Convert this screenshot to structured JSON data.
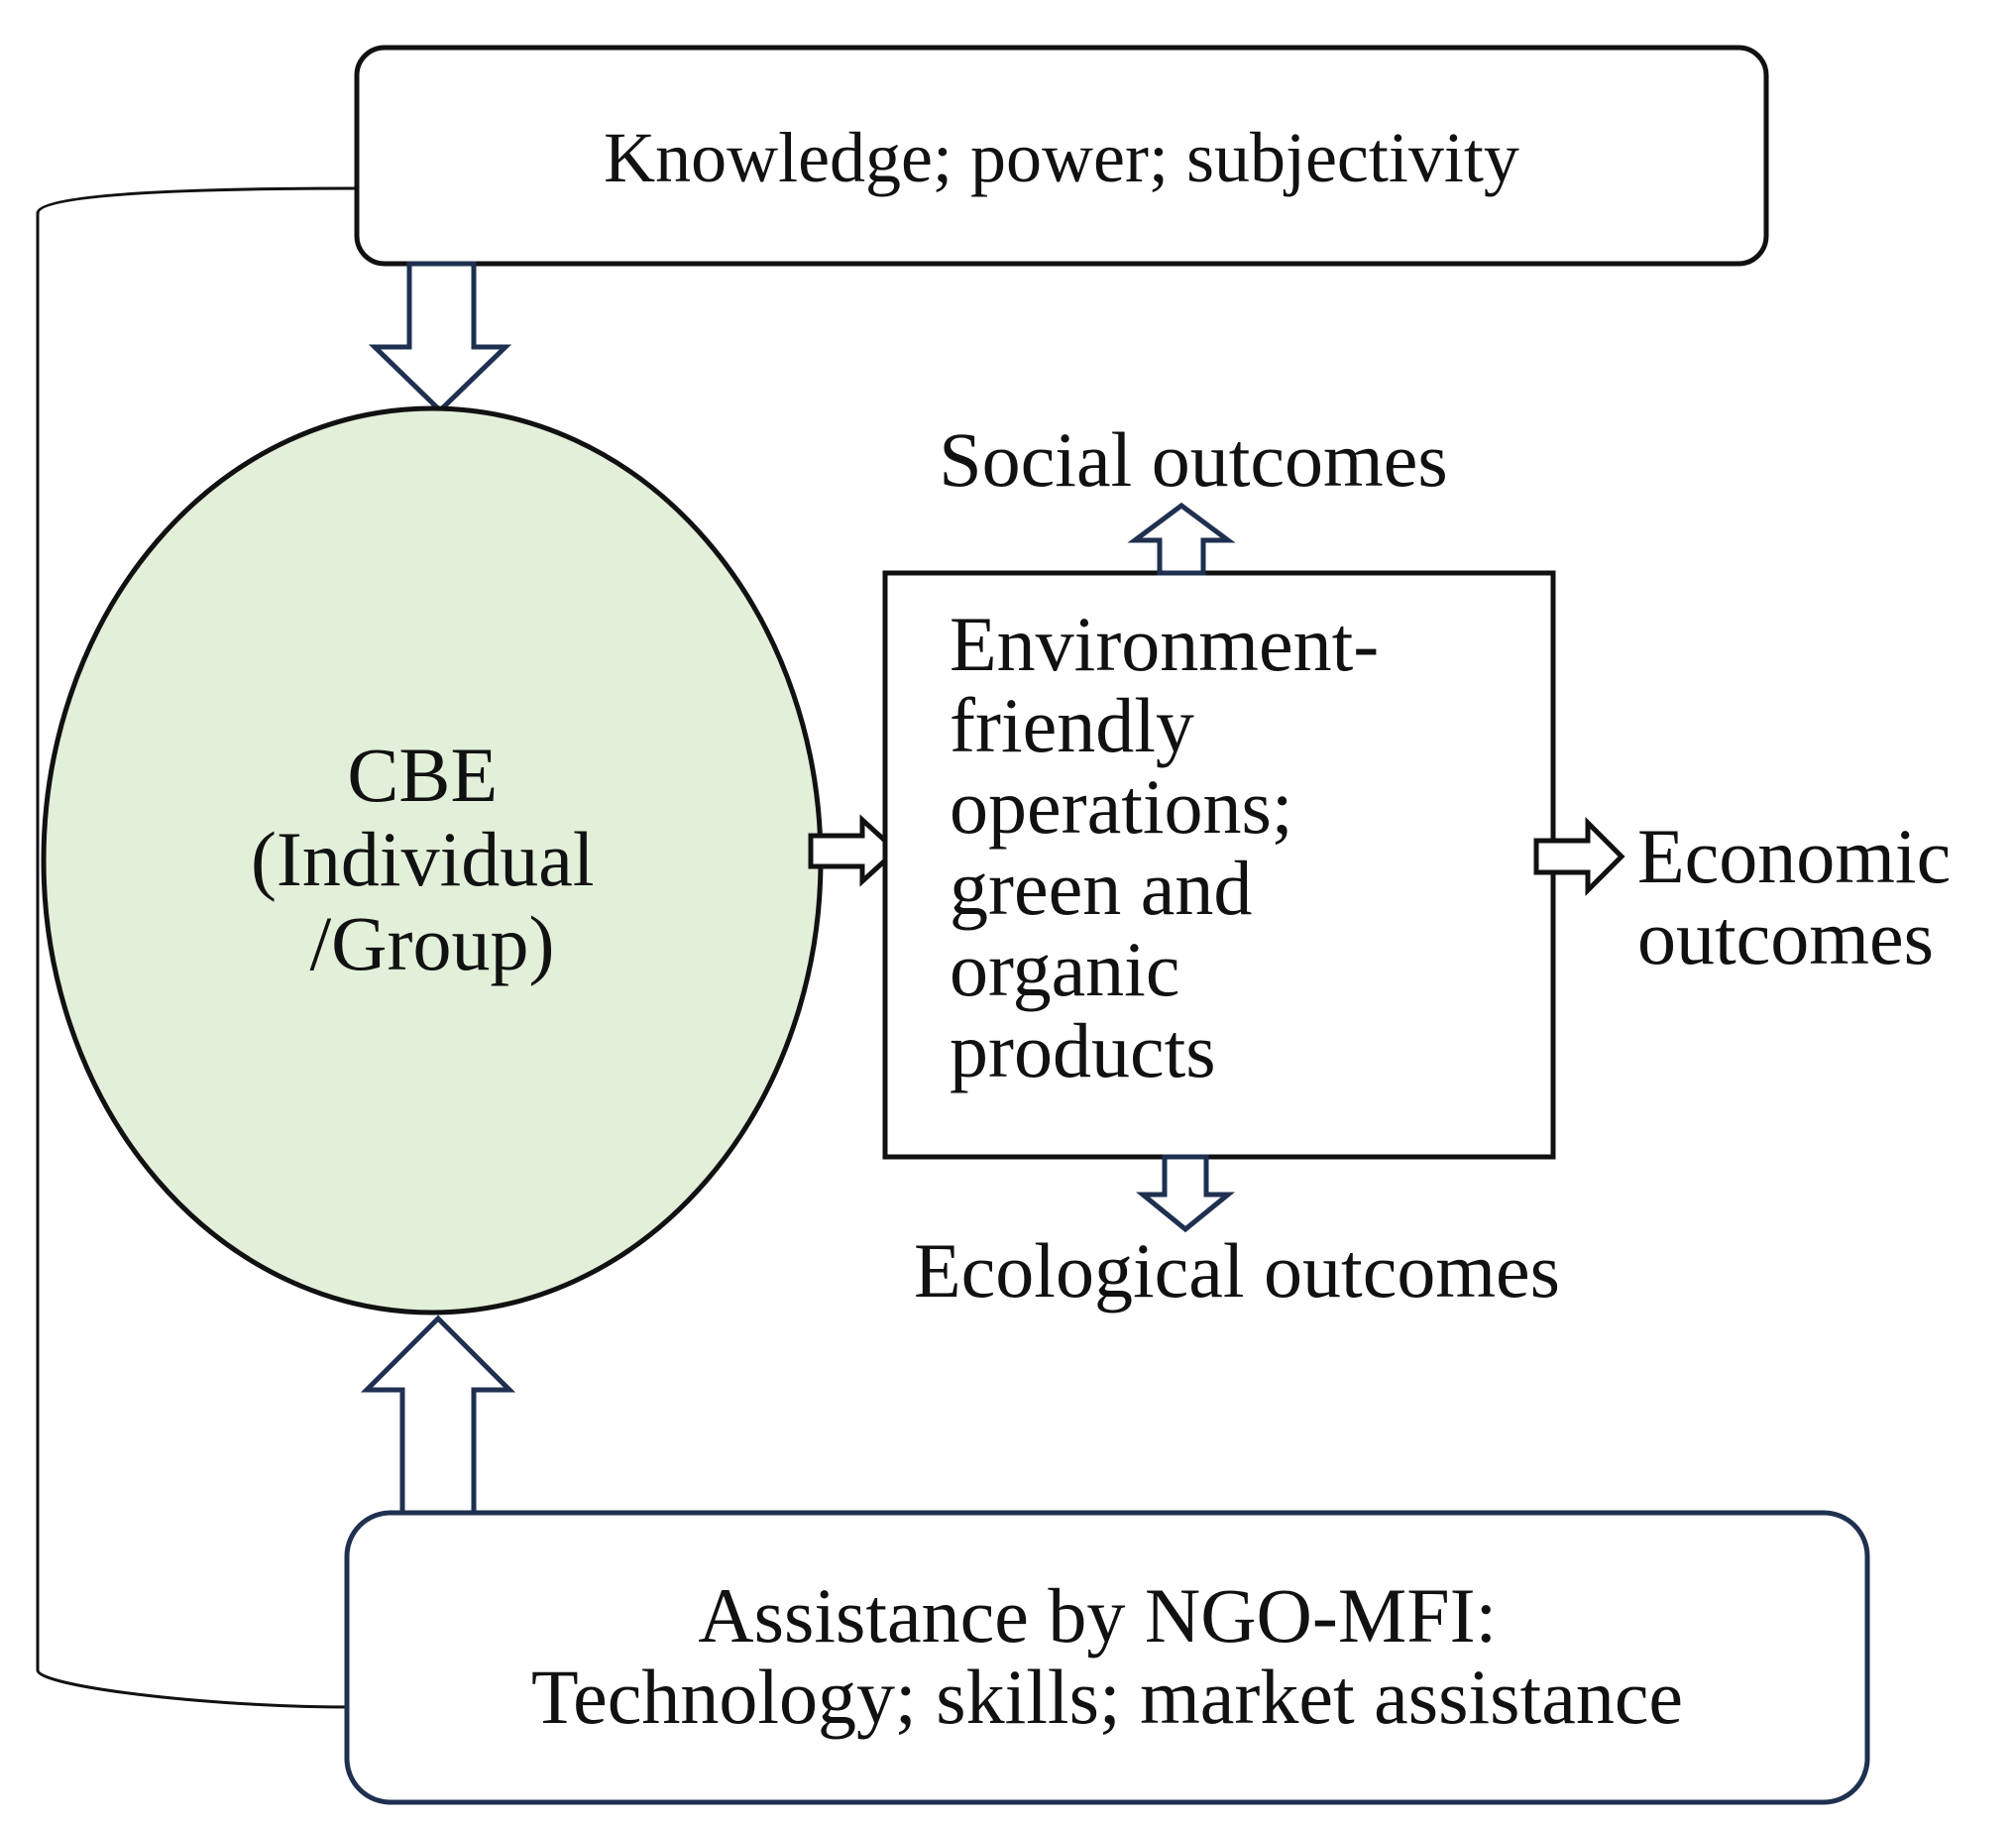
{
  "diagram": {
    "top_box": {
      "text": "Knowledge; power; subjectivity"
    },
    "cbe": {
      "lines": [
        "CBE",
        "(Individual",
        "/Group)"
      ]
    },
    "center_box": {
      "lines": [
        "Environment-",
        "friendly",
        "operations;",
        "green and",
        "organic",
        "products"
      ]
    },
    "social": {
      "text": "Social outcomes"
    },
    "ecological": {
      "text": "Ecological outcomes"
    },
    "economic": {
      "lines": [
        "Economic",
        "outcomes"
      ]
    },
    "bottom_box": {
      "lines": [
        "Assistance by NGO-MFI:",
        "Technology; skills; market assistance"
      ]
    }
  },
  "colors": {
    "ellipse_fill": "#e2efd9",
    "navy": "#1f3050",
    "black": "#111111"
  }
}
